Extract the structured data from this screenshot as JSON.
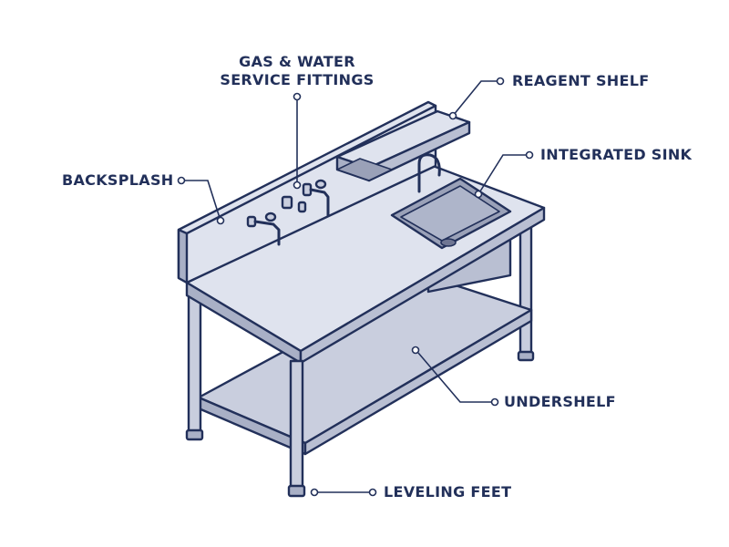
{
  "colors": {
    "outline": "#22305a",
    "surface": "#c9cede",
    "surface_light": "#dfe3ee",
    "surface_dark": "#a9b0c6",
    "sink_basin": "#9aa1b8",
    "background": "#ffffff"
  },
  "labels": {
    "gas_water": {
      "line1": "GAS & WATER",
      "line2": "SERVICE FITTINGS"
    },
    "reagent_shelf": "REAGENT SHELF",
    "integrated_sink": "INTEGRATED SINK",
    "backsplash": "BACKSPLASH",
    "undershelf": "UNDERSHELF",
    "leveling_feet": "LEVELING FEET"
  }
}
